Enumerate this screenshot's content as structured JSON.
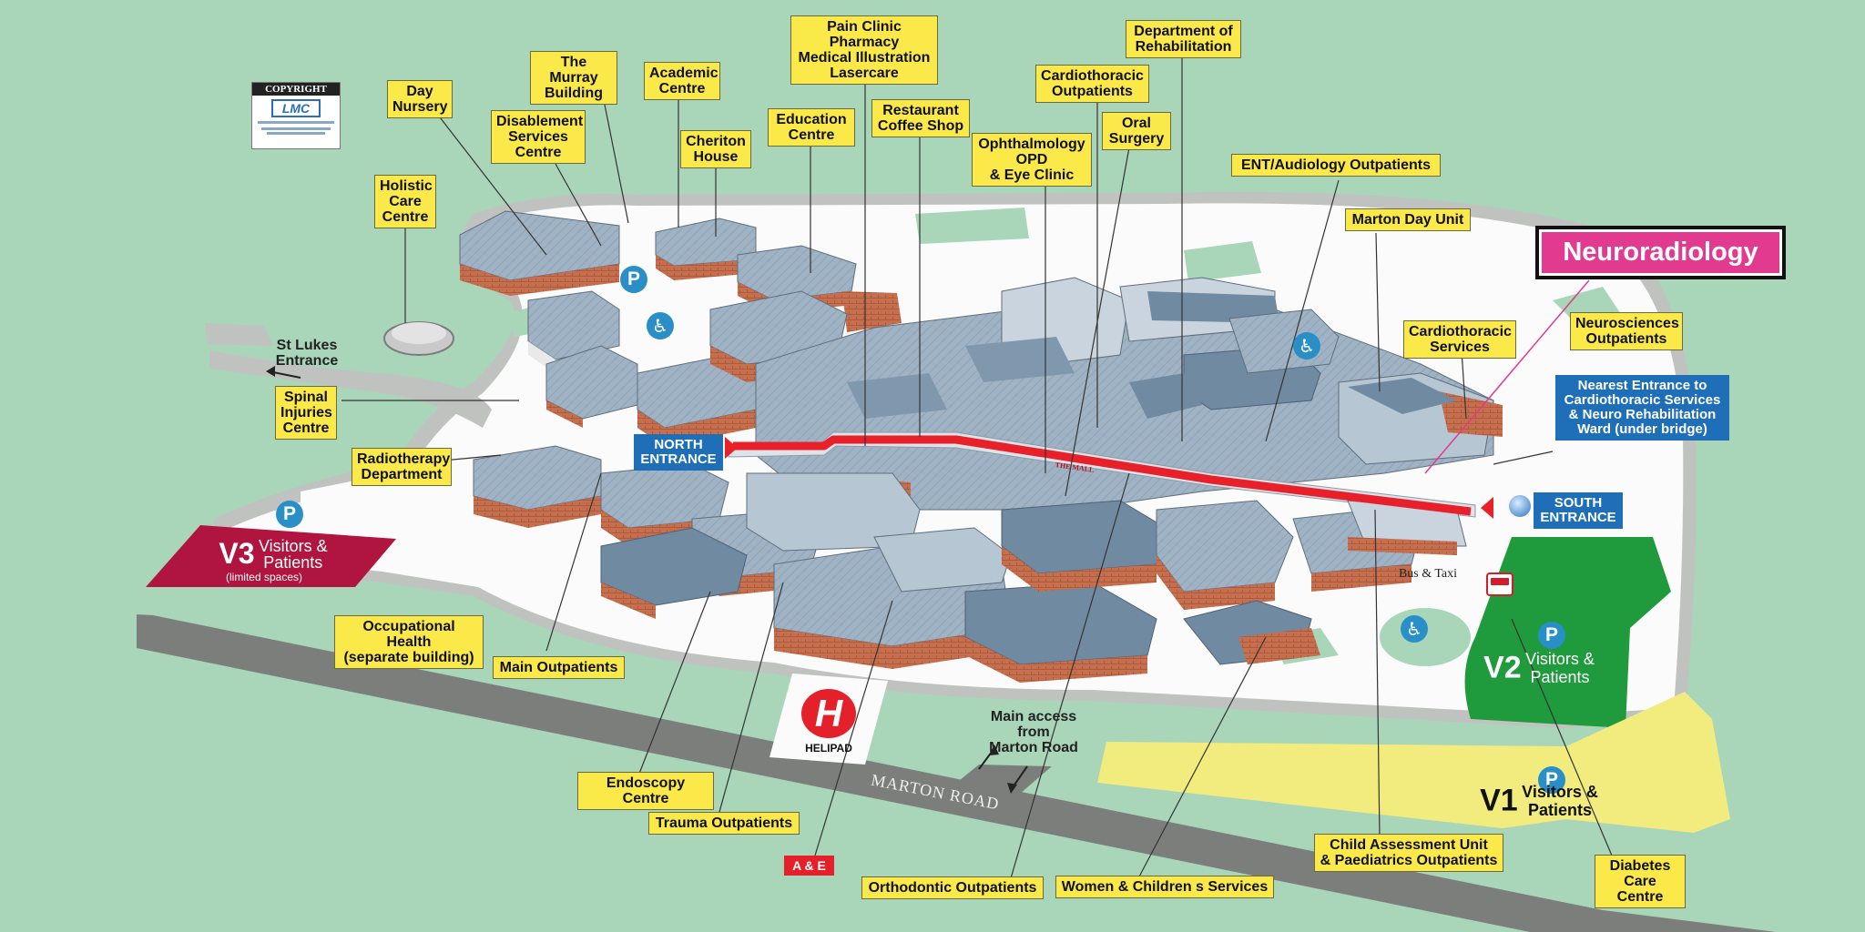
{
  "map": {
    "copyright": {
      "title": "COPYRIGHT",
      "logo": "LMC"
    },
    "featured_label": "Neuroradiology",
    "labels": {
      "holistic": "Holistic\nCare\nCentre",
      "day_nursery": "Day\nNursery",
      "murray": "The Murray\nBuilding",
      "disablement": "Disablement\nServices\nCentre",
      "academic": "Academic\nCentre",
      "cheriton": "Cheriton\nHouse",
      "education": "Education\nCentre",
      "pain_clinic": "Pain Clinic\nPharmacy\nMedical Illustration\nLasercare",
      "restaurant": "Restaurant\nCoffee Shop",
      "ophthalmology": "Ophthalmology\nOPD\n& Eye Clinic",
      "cardio_outpatients": "Cardiothoracic\nOutpatients",
      "oral_surgery": "Oral\nSurgery",
      "rehabilitation": "Department of\nRehabilitation",
      "ent": "ENT/Audiology Outpatients",
      "marton_day": "Marton Day Unit",
      "cardio_services": "Cardiothoracic\nServices",
      "neurosciences": "Neurosciences\nOutpatients",
      "spinal": "Spinal\nInjuries\nCentre",
      "radiotherapy": "Radiotherapy\nDepartment",
      "occupational": "Occupational Health\n(separate building)",
      "main_outpatients": "Main Outpatients",
      "endoscopy": "Endoscopy Centre",
      "trauma": "Trauma Outpatients",
      "orthodontic": "Orthodontic Outpatients",
      "women_children": "Women & Children   s Services",
      "child_assessment": "Child Assessment Unit\n& Paediatrics Outpatients",
      "diabetes": "Diabetes\nCare Centre"
    },
    "entrances": {
      "north": "NORTH\nENTRANCE",
      "south": "SOUTH\nENTRANCE",
      "nearest": "Nearest Entrance to\nCardiothoracic Services\n& Neuro Rehabilitation\nWard (under bridge)"
    },
    "plain_text": {
      "st_lukes": "St Lukes\nEntrance",
      "bus_taxi": "Bus & Taxi",
      "main_access": "Main access\nfrom\nMarton Road",
      "marton_road": "MARTON ROAD",
      "the_mall": "THE MALL",
      "helipad": "HELIPAD",
      "ae": "A & E"
    },
    "parking": {
      "v3": {
        "code": "V3",
        "line1": "Visitors &",
        "line2": "Patients",
        "note": "(limited spaces)"
      },
      "v2": {
        "code": "V2",
        "line1": "Visitors &",
        "line2": "Patients"
      },
      "v1": {
        "code": "V1",
        "line1": "Visitors &",
        "line2": "Patients"
      }
    },
    "symbols": {
      "parking": "P",
      "helipad": "H"
    },
    "colors": {
      "background": "#a9d5b9",
      "label": "#fbe94a",
      "entrance": "#1f6fb8",
      "mall": "#e8202a",
      "v3": "#b01540",
      "v2": "#1f9a3c",
      "v1": "#f2ec7e",
      "neuroradiology": "#e23a8e"
    },
    "icons": [
      "parking-icon",
      "wheelchair-icon",
      "bus-icon",
      "helipad-icon",
      "arrow-icon",
      "information-icon"
    ]
  }
}
